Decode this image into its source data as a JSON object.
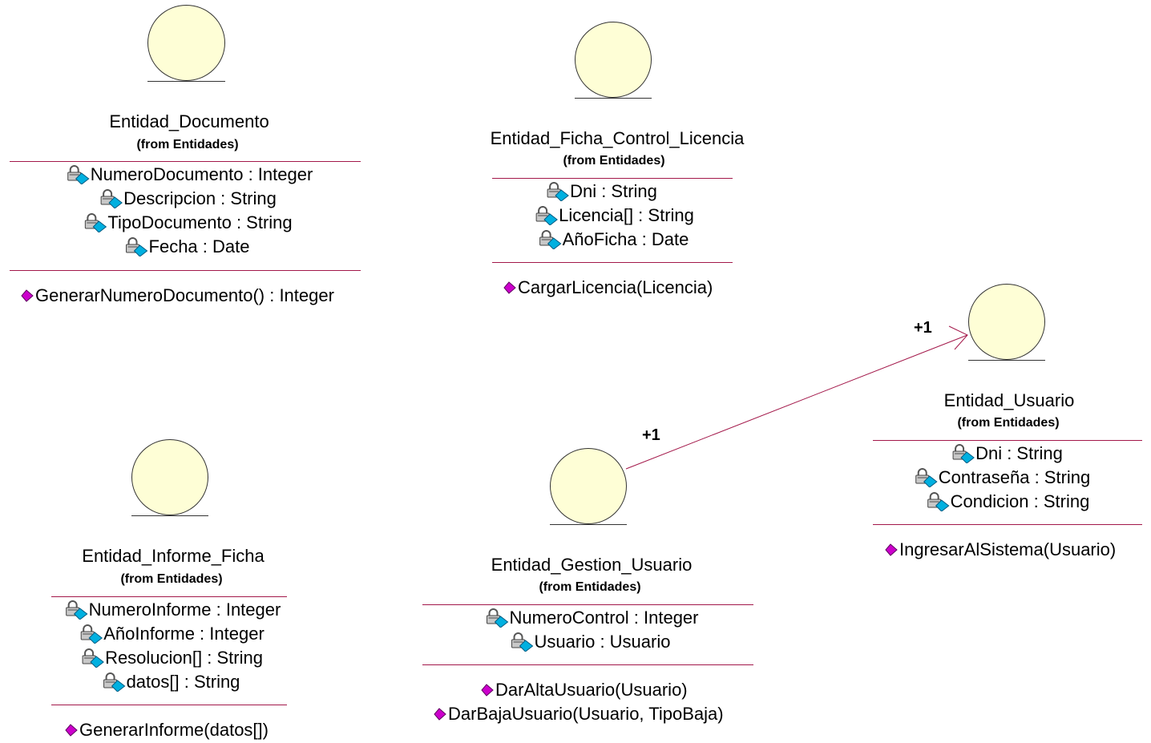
{
  "entities": {
    "documento": {
      "name": "Entidad_Documento",
      "from": "(from Entidades)",
      "attributes": [
        "NumeroDocumento : Integer",
        "Descripcion : String",
        "TipoDocumento : String",
        "Fecha : Date"
      ],
      "operations": [
        "GenerarNumeroDocumento() : Integer"
      ]
    },
    "ficha": {
      "name": "Entidad_Ficha_Control_Licencia",
      "from": "(from Entidades)",
      "attributes": [
        "Dni : String",
        "Licencia[] : String",
        "AñoFicha : Date"
      ],
      "operations": [
        "CargarLicencia(Licencia)"
      ]
    },
    "usuario": {
      "name": "Entidad_Usuario",
      "from": "(from Entidades)",
      "attributes": [
        "Dni : String",
        "Contraseña : String",
        "Condicion : String"
      ],
      "operations": [
        "IngresarAlSistema(Usuario)"
      ]
    },
    "informe": {
      "name": "Entidad_Informe_Ficha",
      "from": "(from Entidades)",
      "attributes": [
        "NumeroInforme : Integer",
        "AñoInforme : Integer",
        "Resolucion[] : String",
        "datos[] : String"
      ],
      "operations": [
        "GenerarInforme(datos[])"
      ]
    },
    "gestion": {
      "name": "Entidad_Gestion_Usuario",
      "from": "(from Entidades)",
      "attributes": [
        "NumeroControl : Integer",
        "Usuario : Usuario"
      ],
      "operations": [
        "DarAltaUsuario(Usuario)",
        "DarBajaUsuario(Usuario, TipoBaja)"
      ]
    }
  },
  "association": {
    "source_multiplicity": "+1",
    "target_multiplicity": "+1"
  },
  "colors": {
    "entity_fill": "#fefed6",
    "separator": "#a3184a",
    "operation_icon": "#cc00cc",
    "attribute_icon": "#00b0e0"
  }
}
